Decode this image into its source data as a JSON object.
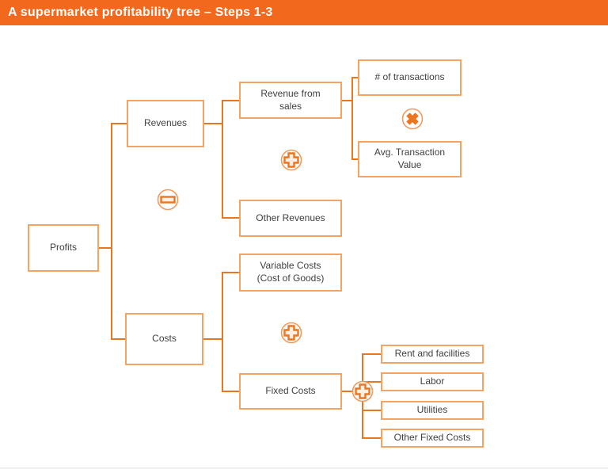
{
  "header": {
    "title": "A supermarket profitability tree – Steps 1-3"
  },
  "colors": {
    "header_bg": "#F2681C",
    "connector": "#E87722",
    "box_border": "#F6A361",
    "icon_ring": "#F09A5E",
    "icon_fill": "#EE7520",
    "text": "#3F3F3F"
  },
  "icons": {
    "minus": "minus-icon",
    "plus": "plus-icon",
    "multiply": "multiply-icon"
  },
  "nodes": {
    "profits": "Profits",
    "revenues": "Revenues",
    "costs": "Costs",
    "revenue_from_sales": "Revenue from\nsales",
    "other_revenues": "Other Revenues",
    "variable_costs": "Variable Costs\n(Cost of Goods)",
    "fixed_costs": "Fixed Costs",
    "transactions": "# of transactions",
    "avg_transaction_value": "Avg. Transaction\nValue",
    "rent": "Rent and facilities",
    "labor": "Labor",
    "utilities": "Utilities",
    "other_fixed_costs": "Other Fixed Costs"
  }
}
